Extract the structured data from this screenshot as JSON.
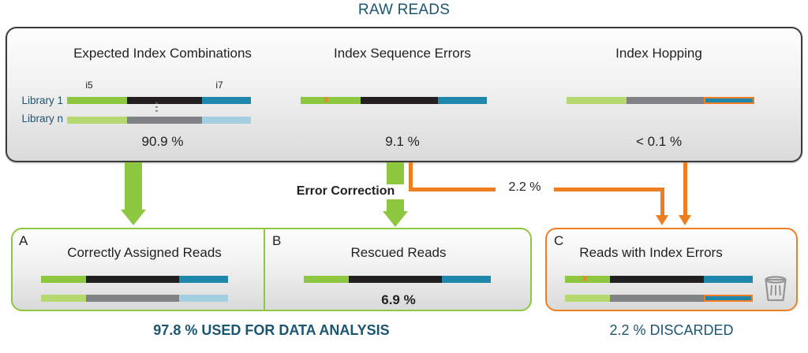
{
  "title": "RAW READS",
  "colors": {
    "teal_text": "#1c5570",
    "green": "#8dc63f",
    "green_light": "#b5d96f",
    "orange": "#ef7e23",
    "blue": "#1f87ab",
    "blue_light": "#a3cfe0",
    "black": "#231f20",
    "gray": "#808285",
    "panel_border_dark": "#3b3b3b"
  },
  "raw_panel": {
    "columns": [
      {
        "heading": "Expected Index Combinations",
        "percent": "90.9 %"
      },
      {
        "heading": "Index Sequence Errors",
        "percent": "9.1 %"
      },
      {
        "heading": "Index Hopping",
        "percent": "< 0.1 %"
      }
    ],
    "library_labels": {
      "first": "Library 1",
      "last": "Library n"
    },
    "index_captions": {
      "i5": "i5",
      "i7": "i7"
    }
  },
  "flow": {
    "error_correction_label": "Error Correction",
    "hopping_percent_label": "2.2 %"
  },
  "result_boxes": [
    {
      "letter": "A",
      "heading": "Correctly Assigned Reads",
      "percent": ""
    },
    {
      "letter": "B",
      "heading": "Rescued Reads",
      "percent": "6.9 %"
    },
    {
      "letter": "C",
      "heading": "Reads with Index Errors",
      "percent": ""
    }
  ],
  "footers": {
    "used": "97.8 % USED FOR DATA ANALYSIS",
    "discarded": "2.2 % DISCARDED"
  },
  "icons": {
    "trash": "trash-icon",
    "error_marker": "x"
  },
  "chart_data": {
    "type": "diagram",
    "title": "RAW READS",
    "categories": [
      "Expected Index Combinations",
      "Index Sequence Errors",
      "Index Hopping"
    ],
    "values": [
      90.9,
      9.1,
      0.1
    ],
    "value_labels": [
      "90.9 %",
      "9.1 %",
      "< 0.1 %"
    ],
    "outcomes": [
      {
        "label": "Correctly Assigned Reads",
        "box": "A",
        "value": 90.9
      },
      {
        "label": "Rescued Reads",
        "box": "B",
        "value": 6.9,
        "value_label": "6.9 %"
      },
      {
        "label": "Reads with Index Errors",
        "box": "C",
        "value": 2.2,
        "value_label": "2.2 %"
      }
    ],
    "totals": {
      "used": 97.8,
      "used_label": "97.8 % USED FOR DATA ANALYSIS",
      "discarded": 2.2,
      "discarded_label": "2.2 % DISCARDED"
    },
    "ylabel": "",
    "xlabel": ""
  }
}
